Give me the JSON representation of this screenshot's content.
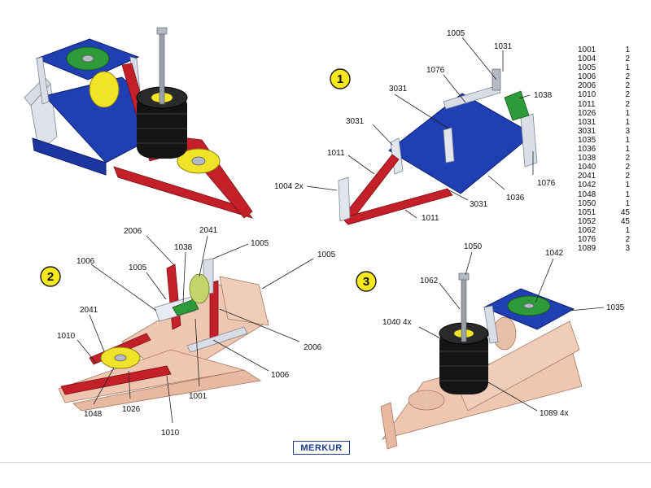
{
  "steps": {
    "s1": "1",
    "s2": "2",
    "s3": "3"
  },
  "labels": {
    "l1005_1": "1005",
    "l1031_1": "1031",
    "l1076_1a": "1076",
    "l1038_1": "1038",
    "l3031_1a": "3031",
    "l3031_1b": "3031",
    "l1011_1a": "1011",
    "l1004_1": "1004 2x",
    "l1011_1b": "1011",
    "l3031_1c": "3031",
    "l1036_1": "1036",
    "l1076_1b": "1076",
    "l2006_2a": "2006",
    "l2041_2a": "2041",
    "l1005_2a": "1005",
    "l1038_2": "1038",
    "l1006_2a": "1006",
    "l1005_2b": "1005",
    "l1005_2c": "1005",
    "l2041_2b": "2041",
    "l1010_2a": "1010",
    "l2006_2b": "2006",
    "l1006_2b": "1006",
    "l1001_2": "1001",
    "l1048_2": "1048",
    "l1026_2": "1026",
    "l1010_2b": "1010",
    "l1050_3": "1050",
    "l1042_3": "1042",
    "l1062_3": "1062",
    "l1035_3": "1035",
    "l1040_3": "1040 4x",
    "l1089_3": "1089 4x"
  },
  "parts": [
    {
      "code": "1001",
      "qty": "1"
    },
    {
      "code": "1004",
      "qty": "2"
    },
    {
      "code": "1005",
      "qty": "1"
    },
    {
      "code": "1006",
      "qty": "2"
    },
    {
      "code": "2006",
      "qty": "2"
    },
    {
      "code": "1010",
      "qty": "2"
    },
    {
      "code": "1011",
      "qty": "2"
    },
    {
      "code": "1026",
      "qty": "1"
    },
    {
      "code": "1031",
      "qty": "1"
    },
    {
      "code": "3031",
      "qty": "3"
    },
    {
      "code": "1035",
      "qty": "1"
    },
    {
      "code": "1036",
      "qty": "1"
    },
    {
      "code": "1038",
      "qty": "2"
    },
    {
      "code": "1040",
      "qty": "2"
    },
    {
      "code": "2041",
      "qty": "2"
    },
    {
      "code": "1042",
      "qty": "1"
    },
    {
      "code": "1048",
      "qty": "1"
    },
    {
      "code": "1050",
      "qty": "1"
    },
    {
      "code": "1051",
      "qty": "45"
    },
    {
      "code": "1052",
      "qty": "45"
    },
    {
      "code": "1062",
      "qty": "1"
    },
    {
      "code": "1076",
      "qty": "2"
    },
    {
      "code": "1089",
      "qty": "3"
    }
  ],
  "brand": "MERKUR",
  "colors": {
    "blue_plate": "#1f3fb3",
    "red_strip": "#c4202a",
    "silver_strip": "#d9dde6",
    "green_plate": "#2e9b3a",
    "yellow_wheel": "#f1e428",
    "pale_assembly": "#efc6b0",
    "tire_black": "#141414"
  }
}
